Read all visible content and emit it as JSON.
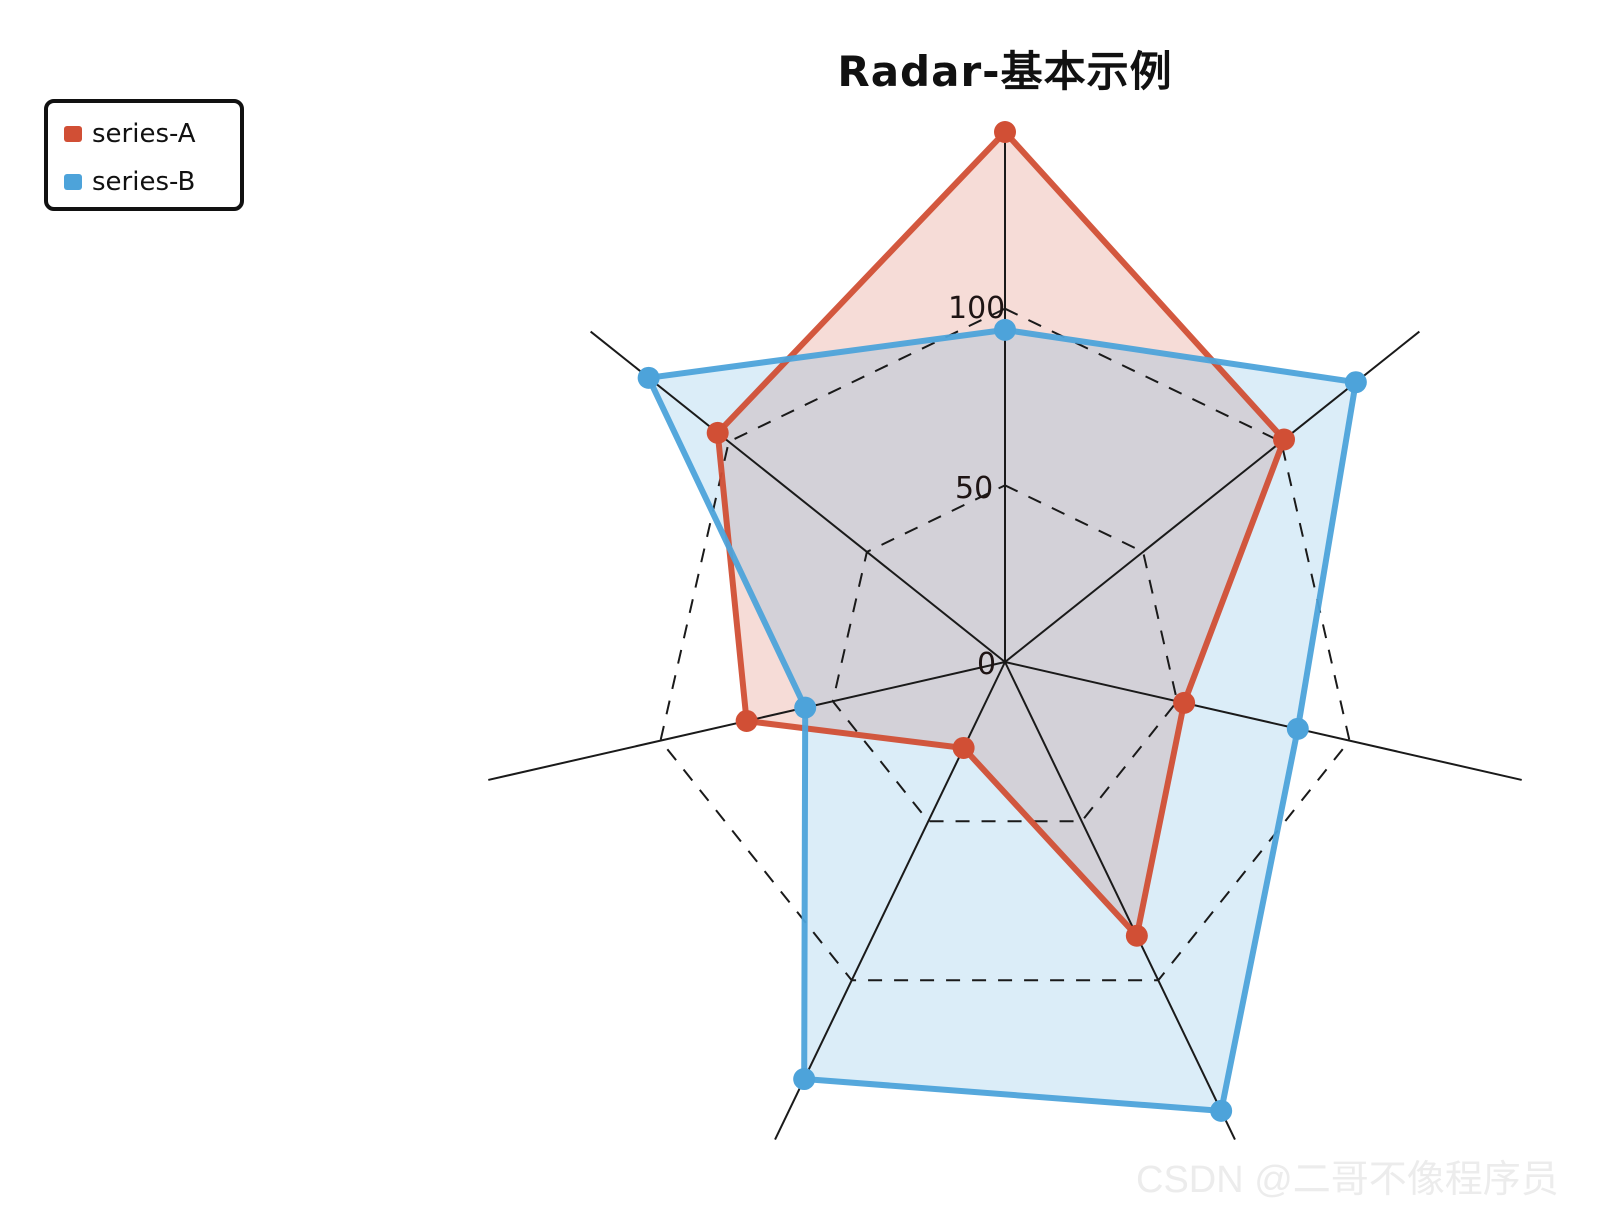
{
  "chart_data": {
    "type": "radar",
    "title": "Radar-基本示例",
    "axes_count": 7,
    "axis_labels": [],
    "radial_ticks": [
      0,
      50,
      100
    ],
    "radial_range": [
      0,
      150
    ],
    "grid": {
      "rings": [
        50,
        100
      ],
      "style": "dashed",
      "shape": "heptagon"
    },
    "legend_position": "upper-left",
    "series": [
      {
        "name": "series-A",
        "color": "#d14f35",
        "fill": "#f5d5ce",
        "values": [
          150,
          101,
          52,
          86,
          27,
          75,
          104
        ]
      },
      {
        "name": "series-B",
        "color": "#4da3da",
        "fill": "#d9eaf6",
        "values": [
          94,
          127,
          85,
          141,
          131,
          58,
          129
        ]
      }
    ]
  },
  "title": "Radar-基本示例",
  "legend": {
    "items": [
      {
        "label": "series-A",
        "color": "#d14f35"
      },
      {
        "label": "series-B",
        "color": "#4da3da"
      }
    ]
  },
  "tick_labels": {
    "t0": "0",
    "t50": "50",
    "t100": "100"
  },
  "watermark": "CSDN @二哥不像程序员"
}
